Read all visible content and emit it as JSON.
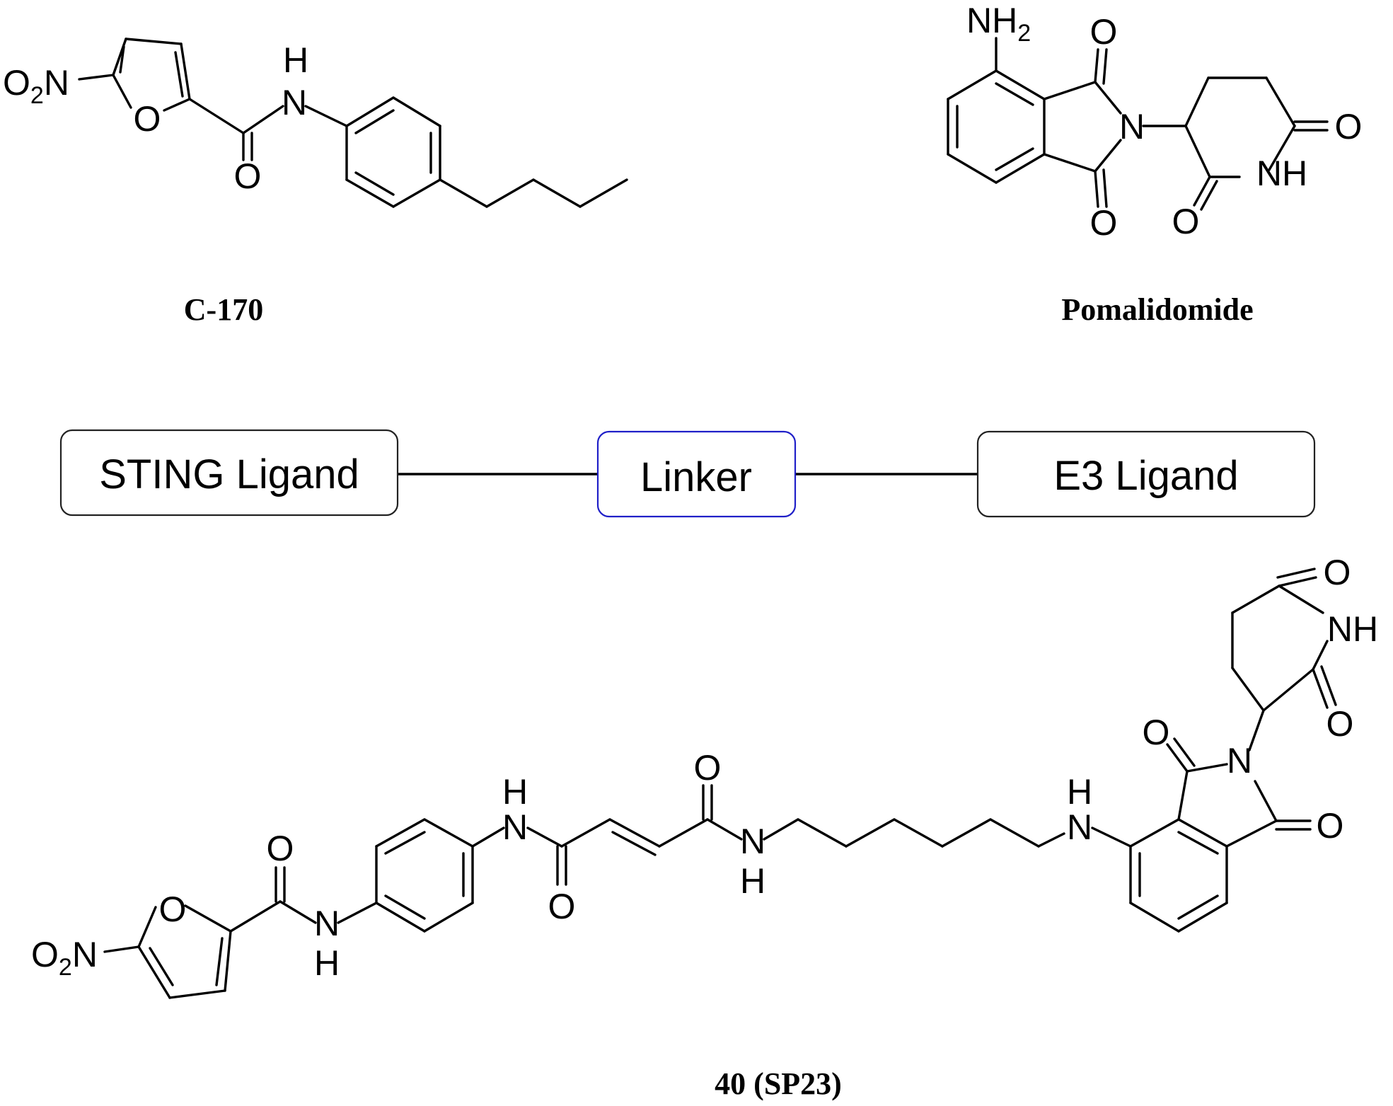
{
  "compounds": {
    "c170": {
      "label": "C-170"
    },
    "pomalidomide": {
      "label": "Pomalidomide"
    },
    "sp23": {
      "label": "40 (SP23)"
    }
  },
  "scheme": {
    "left": "STING Ligand",
    "middle": "Linker",
    "right": "E3 Ligand",
    "middle_border_color": "#2020c8",
    "border_color": "#222222"
  },
  "atoms": {
    "n": "N",
    "o": "O",
    "h": "H",
    "nh": "NH",
    "nh2_main": "NH",
    "nh2_sub": "2",
    "o2n_o": "O",
    "o2n_sub": "2",
    "o2n_n": "N"
  }
}
